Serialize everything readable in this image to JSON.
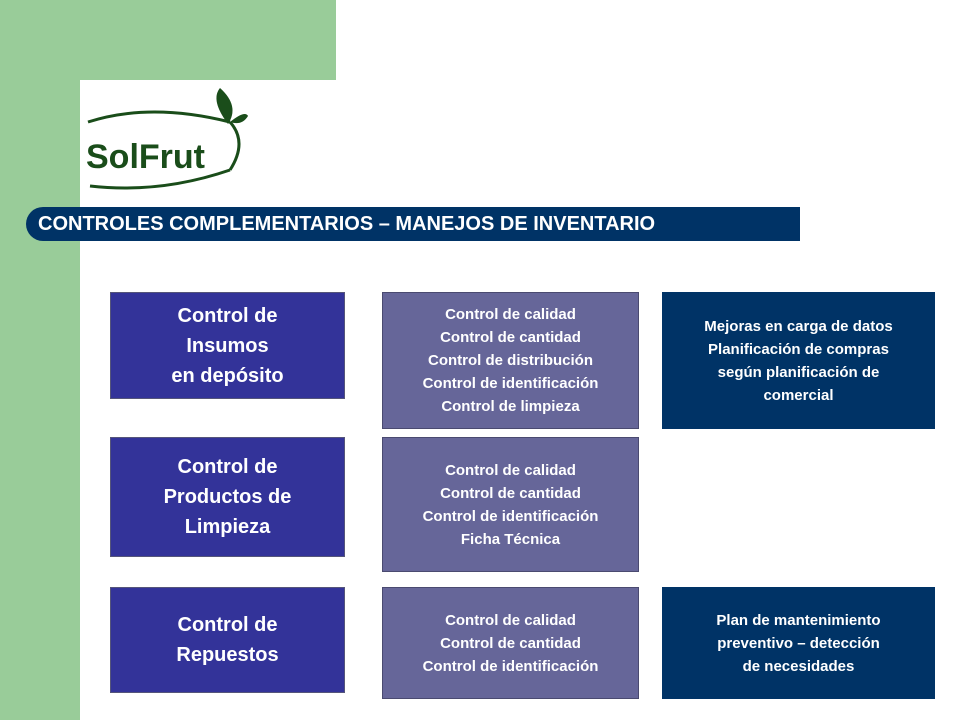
{
  "logo": {
    "text": "SolFrut"
  },
  "title": "CONTROLES COMPLEMENTARIOS – MANEJOS DE INVENTARIO",
  "rows": [
    {
      "category": [
        "Control de",
        "Insumos",
        "en depósito"
      ],
      "controls": [
        "Control de calidad",
        "Control de cantidad",
        "Control de distribución",
        "Control de identificación",
        "Control de limpieza"
      ],
      "notes": [
        "Mejoras en carga de datos",
        "Planificación de compras",
        "según planificación de",
        "comercial"
      ]
    },
    {
      "category": [
        "Control de",
        "Productos de",
        "Limpieza"
      ],
      "controls": [
        "Control de calidad",
        "Control de cantidad",
        "Control de identificación",
        "Ficha Técnica"
      ]
    },
    {
      "category": [
        "Control de",
        "Repuestos"
      ],
      "controls": [
        "Control de calidad",
        "Control de cantidad",
        "Control de identificación"
      ],
      "notes": [
        "Plan de mantenimiento",
        "preventivo – detección",
        "de necesidades"
      ]
    }
  ]
}
